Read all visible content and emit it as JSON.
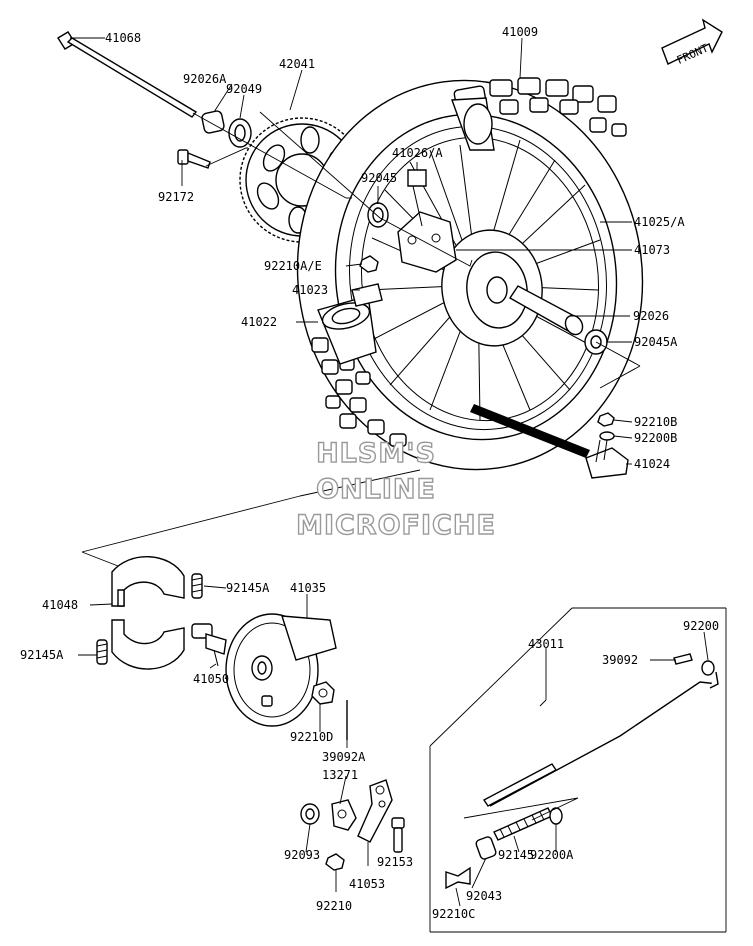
{
  "front_label": "FRONT",
  "watermark": {
    "line1": "HLSM'S",
    "line2": "ONLINE",
    "line3": "MICROFICHE"
  },
  "labels": [
    {
      "id": "41068",
      "text": "41068"
    },
    {
      "id": "92026A",
      "text": "92026A"
    },
    {
      "id": "92049",
      "text": "92049"
    },
    {
      "id": "42041",
      "text": "42041"
    },
    {
      "id": "41009",
      "text": "41009"
    },
    {
      "id": "92172",
      "text": "92172"
    },
    {
      "id": "41026A",
      "text": "41026/A"
    },
    {
      "id": "92045",
      "text": "92045"
    },
    {
      "id": "41025A",
      "text": "41025/A"
    },
    {
      "id": "41073",
      "text": "41073"
    },
    {
      "id": "92210AE",
      "text": "92210A/E"
    },
    {
      "id": "41023",
      "text": "41023"
    },
    {
      "id": "92026",
      "text": "92026"
    },
    {
      "id": "41022",
      "text": "41022"
    },
    {
      "id": "92045A",
      "text": "92045A"
    },
    {
      "id": "92210B",
      "text": "92210B"
    },
    {
      "id": "92200B",
      "text": "92200B"
    },
    {
      "id": "41024",
      "text": "41024"
    },
    {
      "id": "92145A_top",
      "text": "92145A"
    },
    {
      "id": "41035",
      "text": "41035"
    },
    {
      "id": "41048",
      "text": "41048"
    },
    {
      "id": "92145A_left",
      "text": "92145A"
    },
    {
      "id": "41050",
      "text": "41050"
    },
    {
      "id": "43011",
      "text": "43011"
    },
    {
      "id": "92200",
      "text": "92200"
    },
    {
      "id": "39092",
      "text": "39092"
    },
    {
      "id": "92210D",
      "text": "92210D"
    },
    {
      "id": "39092A",
      "text": "39092A"
    },
    {
      "id": "13271",
      "text": "13271"
    },
    {
      "id": "92093",
      "text": "92093"
    },
    {
      "id": "92153",
      "text": "92153"
    },
    {
      "id": "92145",
      "text": "92145"
    },
    {
      "id": "92200A",
      "text": "92200A"
    },
    {
      "id": "41053",
      "text": "41053"
    },
    {
      "id": "92043",
      "text": "92043"
    },
    {
      "id": "92210",
      "text": "92210"
    },
    {
      "id": "92210C",
      "text": "92210C"
    }
  ]
}
